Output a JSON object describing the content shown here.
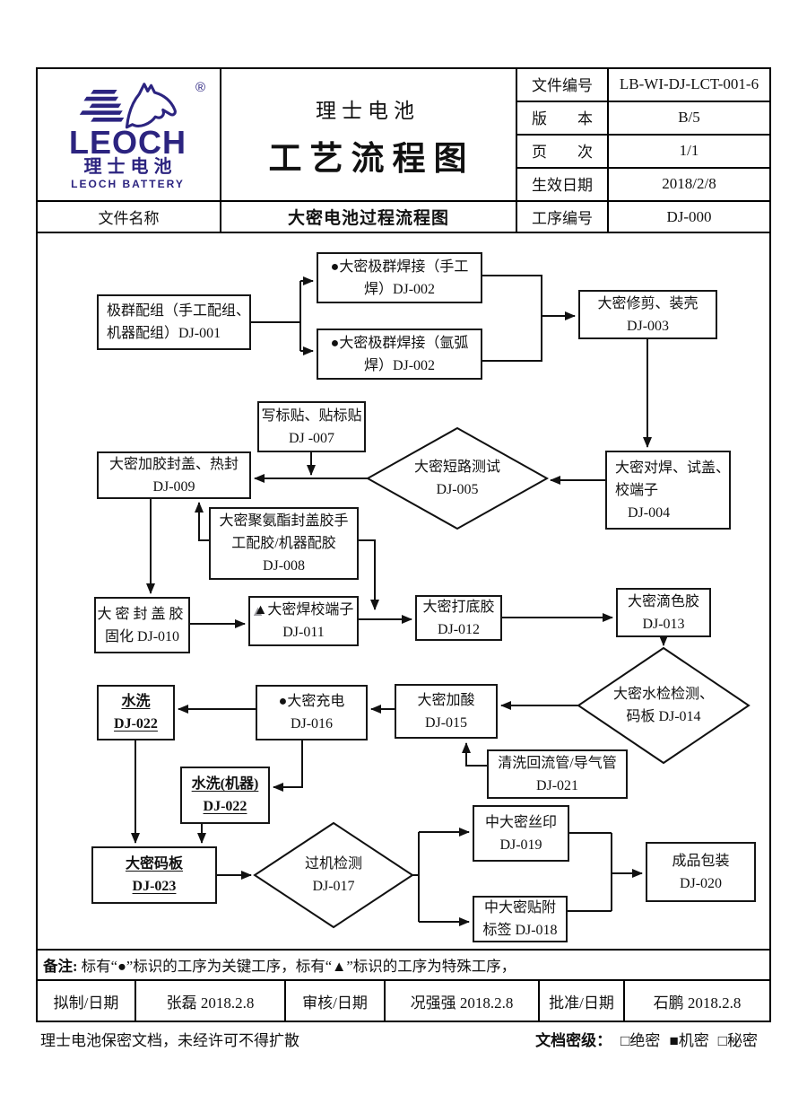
{
  "header": {
    "logo": {
      "wordmark": "LEOCH",
      "cn": "理士电池",
      "en": "LEOCH BATTERY",
      "reg": "®"
    },
    "title_small": "理士电池",
    "title_big": "工艺流程图",
    "fields": {
      "doc_no_label": "文件编号",
      "doc_no": "LB-WI-DJ-LCT-001-6",
      "version_label": "版　　本",
      "version": "B/5",
      "page_label": "页　　次",
      "page": "1/1",
      "effective_label": "生效日期",
      "effective": "2018/2/8",
      "doc_name_label": "文件名称",
      "doc_name": "大密电池过程流程图",
      "process_no_label": "工序编号",
      "process_no": "DJ-000"
    }
  },
  "flowchart": {
    "dj001": {
      "l1": "极群配组（手工配组、",
      "l2": "机器配组）DJ-001"
    },
    "dj002a": {
      "l1": "●大密极群焊接（手工",
      "l2": "焊）DJ-002"
    },
    "dj002b": {
      "l1": "●大密极群焊接（氩弧",
      "l2": "焊）DJ-002"
    },
    "dj003": {
      "l1": "大密修剪、装壳",
      "l2": "DJ-003"
    },
    "dj007": {
      "l1": "写标贴、贴标贴",
      "l2": "DJ -007"
    },
    "dj005": {
      "l1": "大密短路测试",
      "l2": "DJ-005"
    },
    "dj009": {
      "l1": "大密加胶封盖、热封",
      "l2": "DJ-009"
    },
    "dj004": {
      "l1": "大密对焊、试盖、",
      "l2": "校端子",
      "l3": "DJ-004"
    },
    "dj008": {
      "l1": "大密聚氨酯封盖胶手",
      "l2": "工配胶/机器配胶",
      "l3": "DJ-008"
    },
    "dj010": {
      "l1": "大密封盖胶",
      "l2": "固化 DJ-010"
    },
    "dj011": {
      "marker": "▲",
      "l1": "大密焊校端子",
      "l2": "DJ-011"
    },
    "dj012": {
      "l1": "大密打底胶",
      "l2": "DJ-012"
    },
    "dj013": {
      "l1": "大密滴色胶",
      "l2": "DJ-013"
    },
    "dj014": {
      "l1": "大密水检检测、",
      "l2": "码板 DJ-014"
    },
    "dj022a": {
      "l1": "水洗",
      "l2": "DJ-022"
    },
    "dj016": {
      "l1": "●大密充电",
      "l2": "DJ-016"
    },
    "dj015": {
      "l1": "大密加酸",
      "l2": "DJ-015"
    },
    "dj021": {
      "l1": "清洗回流管/导气管",
      "l2": "DJ-021"
    },
    "dj022b": {
      "l1": "水洗(机器)",
      "l2": "DJ-022"
    },
    "dj023": {
      "l1": "大密码板",
      "l2": "DJ-023"
    },
    "dj017": {
      "l1": "过机检测",
      "l2": "DJ-017"
    },
    "dj019": {
      "l1": "中大密丝印",
      "l2": "DJ-019"
    },
    "dj018": {
      "l1": "中大密贴附",
      "l2": "标签 DJ-018"
    },
    "dj020": {
      "l1": "成品包装",
      "l2": "DJ-020"
    }
  },
  "notes": {
    "label": "备注:",
    "text": "标有“●”标识的工序为关键工序，标有“▲”标识的工序为特殊工序，"
  },
  "approval": {
    "draft_label": "拟制/日期",
    "draft": "张磊 2018.2.8",
    "review_label": "审核/日期",
    "review": "况强强 2018.2.8",
    "approve_label": "批准/日期",
    "approve": "石鹏 2018.2.8"
  },
  "footer": {
    "left": "理士电池保密文档，未经许可不得扩散",
    "security_label": "文档密级：",
    "opt1": "□绝密",
    "opt2": "■机密",
    "opt3": "□秘密"
  }
}
